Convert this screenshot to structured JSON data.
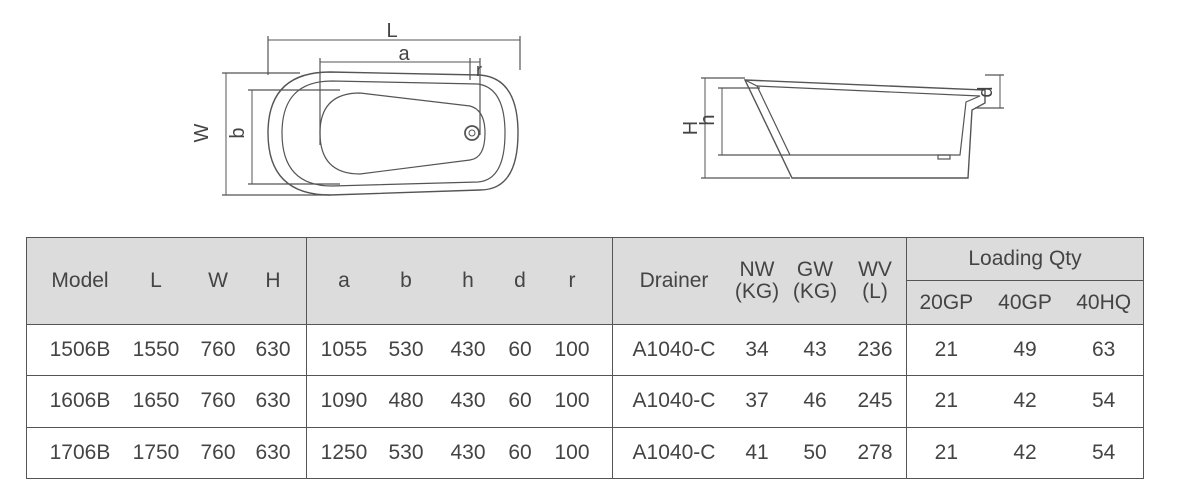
{
  "diagram": {
    "top_view_labels": {
      "L": "L",
      "a": "a",
      "r": "r",
      "W": "W",
      "b": "b"
    },
    "side_view_labels": {
      "H": "H",
      "h": "h",
      "d": "d"
    }
  },
  "table": {
    "group1_headers": [
      "Model",
      "L",
      "W",
      "H"
    ],
    "group2_headers": [
      "a",
      "b",
      "h",
      "d",
      "r"
    ],
    "group3_headers": [
      {
        "top": "Drainer",
        "bottom": ""
      },
      {
        "top": "NW",
        "bottom": "(KG)"
      },
      {
        "top": "GW",
        "bottom": "(KG)"
      },
      {
        "top": "WV",
        "bottom": "(L)"
      }
    ],
    "loading": {
      "title": "Loading Qty",
      "subheaders": [
        "20GP",
        "40GP",
        "40HQ"
      ]
    },
    "rows": [
      {
        "g1": [
          "1506B",
          "1550",
          "760",
          "630"
        ],
        "g2": [
          "1055",
          "530",
          "430",
          "60",
          "100"
        ],
        "g3": [
          "A1040-C",
          "34",
          "43",
          "236"
        ],
        "g4": [
          "21",
          "49",
          "63"
        ]
      },
      {
        "g1": [
          "1606B",
          "1650",
          "760",
          "630"
        ],
        "g2": [
          "1090",
          "480",
          "430",
          "60",
          "100"
        ],
        "g3": [
          "A1040-C",
          "37",
          "46",
          "245"
        ],
        "g4": [
          "21",
          "42",
          "54"
        ]
      },
      {
        "g1": [
          "1706B",
          "1750",
          "760",
          "630"
        ],
        "g2": [
          "1250",
          "530",
          "430",
          "60",
          "100"
        ],
        "g3": [
          "A1040-C",
          "41",
          "50",
          "278"
        ],
        "g4": [
          "21",
          "42",
          "54"
        ]
      }
    ]
  }
}
